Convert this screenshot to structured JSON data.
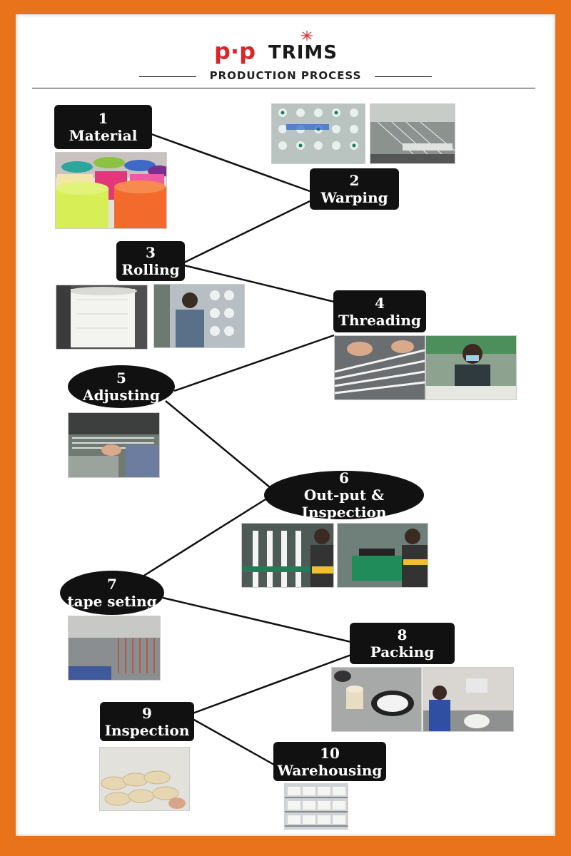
{
  "header": {
    "brand_pp": "p·p",
    "brand_trims": "TRIMS",
    "subtitle": "PRODUCTION PROCESS"
  },
  "steps": [
    {
      "num": "1",
      "label": "Material"
    },
    {
      "num": "2",
      "label": "Warping"
    },
    {
      "num": "3",
      "label": "Rolling"
    },
    {
      "num": "4",
      "label": "Threading"
    },
    {
      "num": "5",
      "label": "Adjusting"
    },
    {
      "num": "6",
      "label": "Out-put &",
      "label2": "Inspection"
    },
    {
      "num": "7",
      "label": "tape seting"
    },
    {
      "num": "8",
      "label": "Packing"
    },
    {
      "num": "9",
      "label": "Inspection"
    },
    {
      "num": "10",
      "label": "Warehousing"
    }
  ],
  "colors": {
    "frame": "#e8731a",
    "box": "#111111",
    "brand_red": "#d8262b"
  }
}
